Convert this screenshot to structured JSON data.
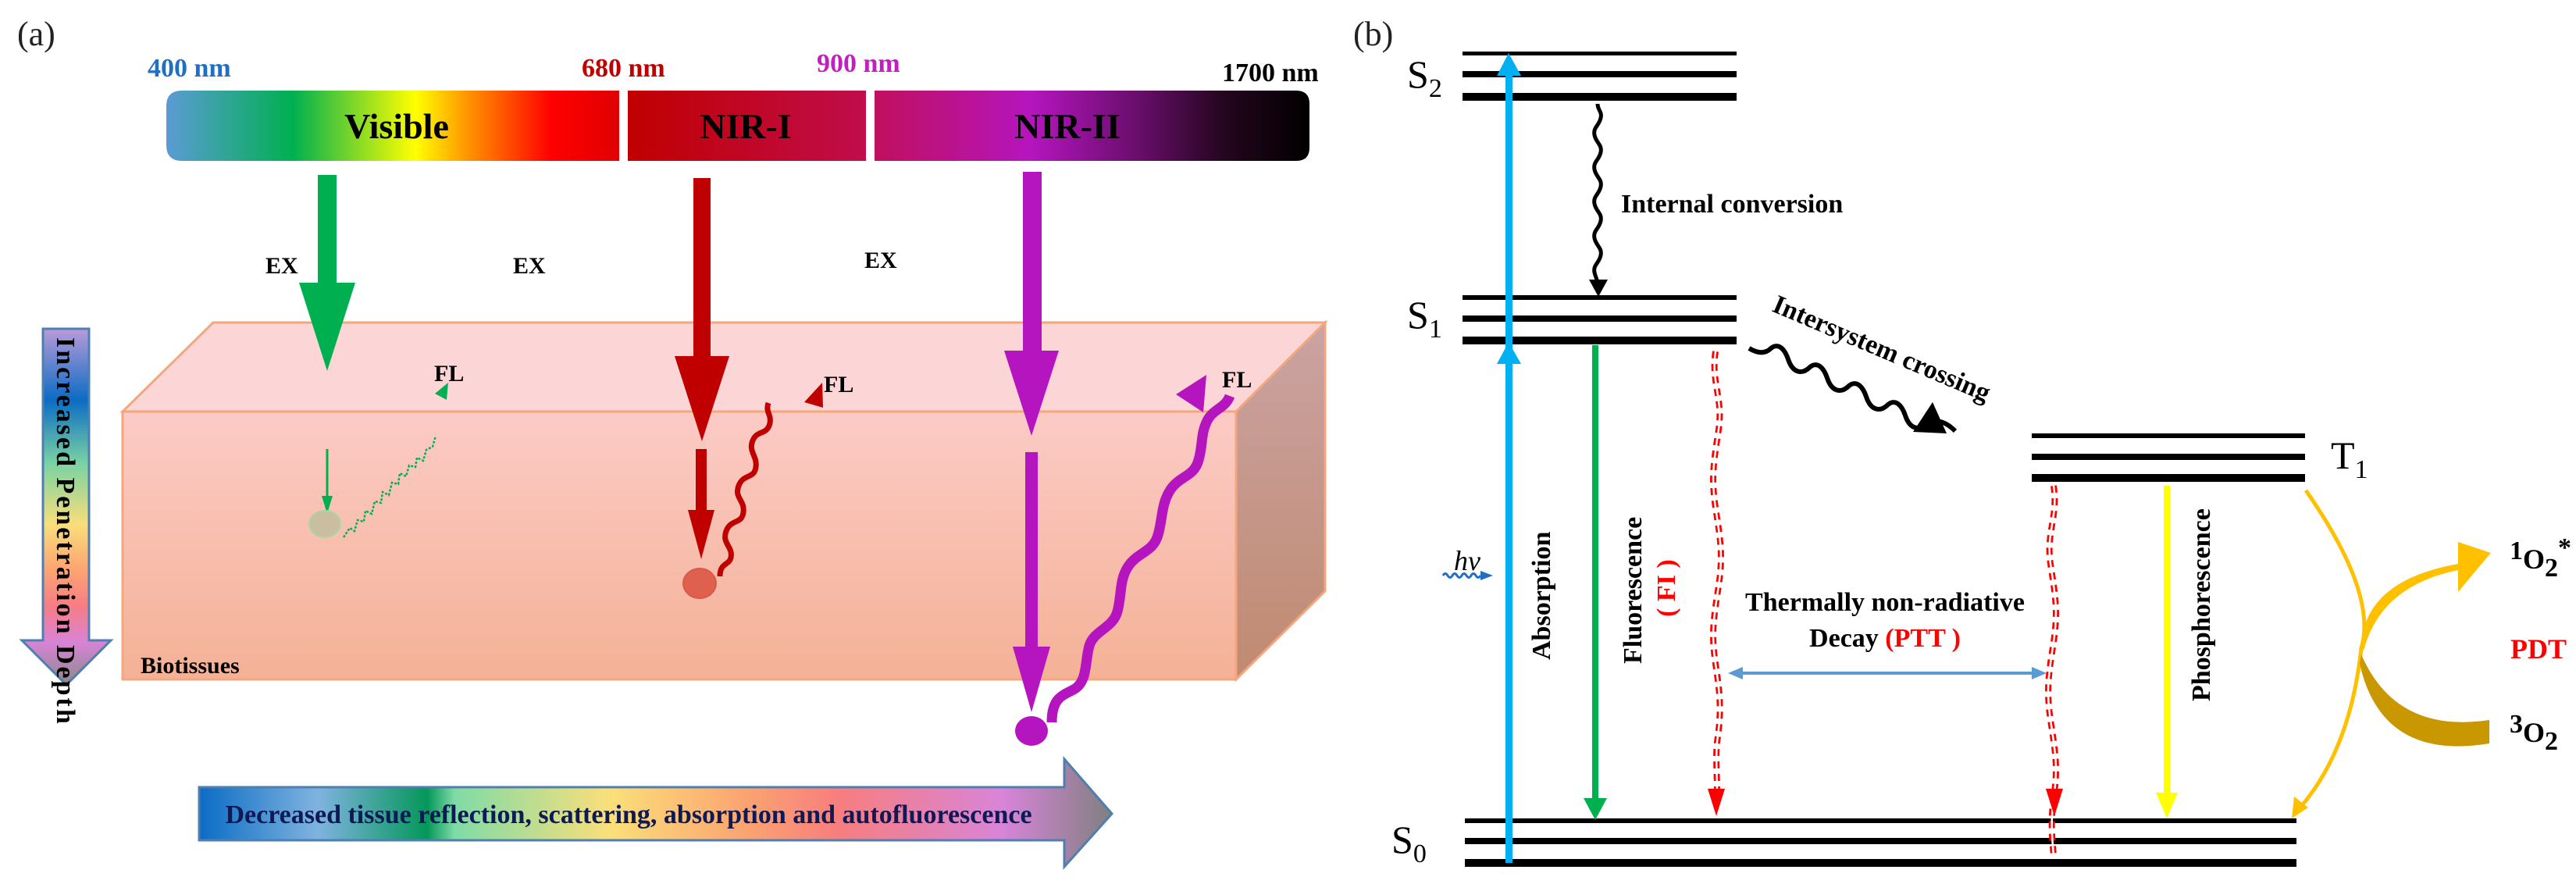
{
  "panel_a": {
    "label": "(a)",
    "wavelengths": [
      {
        "text": "400 nm",
        "color": "#1f6fc4"
      },
      {
        "text": "680 nm",
        "color": "#c00000"
      },
      {
        "text": "900 nm",
        "color": "#c020c0"
      },
      {
        "text": "1700 nm",
        "color": "#000000"
      }
    ],
    "bands": [
      {
        "name": "Visible"
      },
      {
        "name": "NIR-I"
      },
      {
        "name": "NIR-II"
      }
    ],
    "excitation_label": "EX",
    "emission_label": "FL",
    "tissue_label": "Biotissues",
    "depth_arrow_label": "Increased Penetration Depth",
    "bottom_arrow_label": "Decreased tissue reflection, scattering, absorption and autofluorescence",
    "colors": {
      "visible": "#00b050",
      "nir1": "#c00000",
      "nir2": "#b515be",
      "tissue_top": "#fcd6d6",
      "tissue_front": "#f9c7be",
      "tissue_side": "#c9a09b"
    }
  },
  "panel_b": {
    "label": "(b)",
    "states": {
      "s2": {
        "main": "S",
        "sub": "2"
      },
      "s1": {
        "main": "S",
        "sub": "1"
      },
      "s0": {
        "main": "S",
        "sub": "0"
      },
      "t1": {
        "main": "T",
        "sub": "1"
      }
    },
    "processes": {
      "internal_conversion": "Internal conversion",
      "intersystem_crossing": "Intersystem crossing",
      "absorption": "Absorption",
      "fluorescence": "Fluorescence",
      "fluorescence_abbr": "( FI )",
      "thermal_line1": "Thermally non-radiative",
      "thermal_line2": "Decay ",
      "thermal_abbr": "(PTT )",
      "phosphorescence": "Phosphorescence",
      "photon": "hv"
    },
    "oxygen": {
      "singlet": {
        "sup": "1",
        "main": "O",
        "sub": "2",
        "star": "*"
      },
      "triplet": {
        "sup": "3",
        "main": "O",
        "sub": "2"
      },
      "therapy": "PDT"
    },
    "colors": {
      "absorption": "#00b0f0",
      "fluorescence": "#00b050",
      "nonradiative": "#ff0000",
      "phosphorescence": "#ffff00",
      "pdt": "#ffc000",
      "pdt_dark": "#c99700",
      "thermal_arrow": "#5b9bd5"
    }
  }
}
